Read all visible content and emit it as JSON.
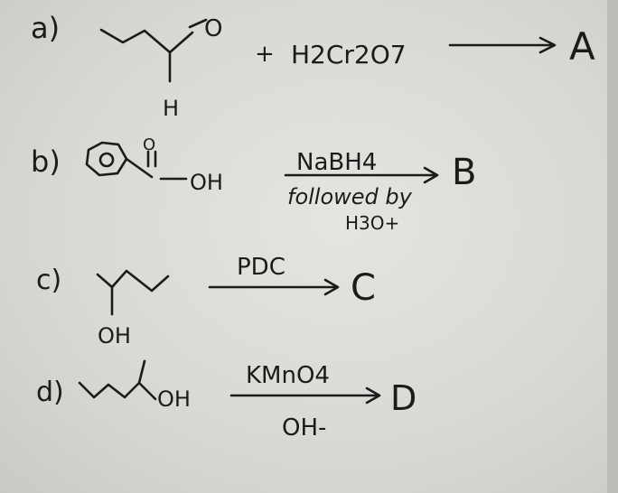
{
  "reactions": [
    {
      "label": "a)",
      "atoms": [
        "O",
        "H"
      ],
      "plus": "+",
      "reagent": "H2Cr2O7",
      "product": "A"
    },
    {
      "label": "b)",
      "atoms": [
        "O",
        "OH"
      ],
      "reagent_top": "NaBH4",
      "reagent_bottom": "followed by",
      "reagent_bottom2": "H3O+",
      "product": "B"
    },
    {
      "label": "c)",
      "atoms": [
        "OH"
      ],
      "reagent_top": "PDC",
      "product": "C"
    },
    {
      "label": "d)",
      "atoms": [
        "OH"
      ],
      "reagent_top": "KMnO4",
      "reagent_bottom": "OH-",
      "product": "D"
    }
  ],
  "ink_color": "#1b1b1b",
  "paper_color": "#dcdcd8"
}
